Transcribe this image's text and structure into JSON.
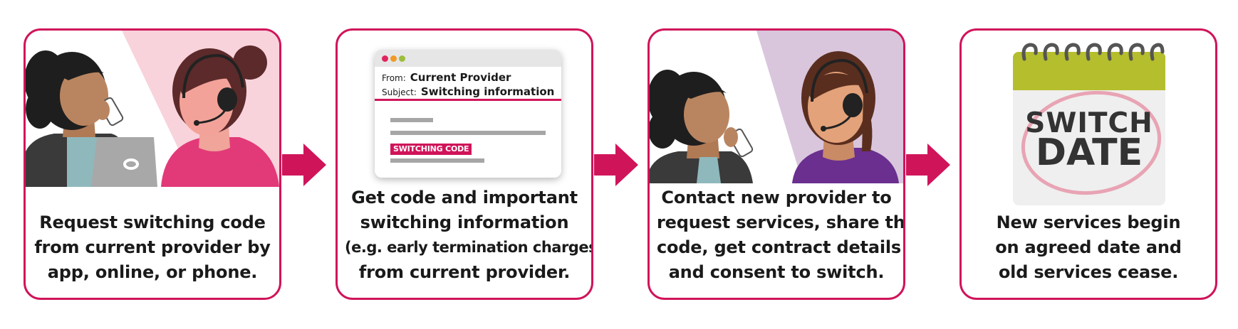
{
  "steps": [
    {
      "id": "request-code",
      "caption": [
        "Request switching code",
        "from current provider by",
        "app, online, or phone."
      ]
    },
    {
      "id": "get-code",
      "caption": [
        "Get code and important",
        "switching information",
        "(e.g. early termination charges)",
        "from current provider."
      ],
      "email": {
        "from_label": "From:",
        "from_value": "Current Provider",
        "subject_label": "Subject:",
        "subject_value": "Switching information",
        "code_label": "SWITCHING CODE"
      }
    },
    {
      "id": "contact-new",
      "caption": [
        "Contact new provider to",
        "request services, share the",
        "code, get contract details",
        "and consent to switch."
      ]
    },
    {
      "id": "new-services",
      "caption": [
        "New services begin",
        "on agreed date and",
        "old services cease."
      ],
      "calendar": {
        "line1": "SWITCH",
        "line2": "DATE"
      }
    }
  ],
  "colors": {
    "accent": "#d0145a",
    "card_bg1": "#f8d3dc",
    "card_bg3": "#d9c6dd",
    "calendar_top": "#b5be2d",
    "calendar_ring": "#e8a4b4"
  },
  "icons": [
    "arrow-right-icon",
    "headset-icon",
    "phone-icon",
    "laptop-icon",
    "calendar-icon",
    "email-window-icon"
  ]
}
